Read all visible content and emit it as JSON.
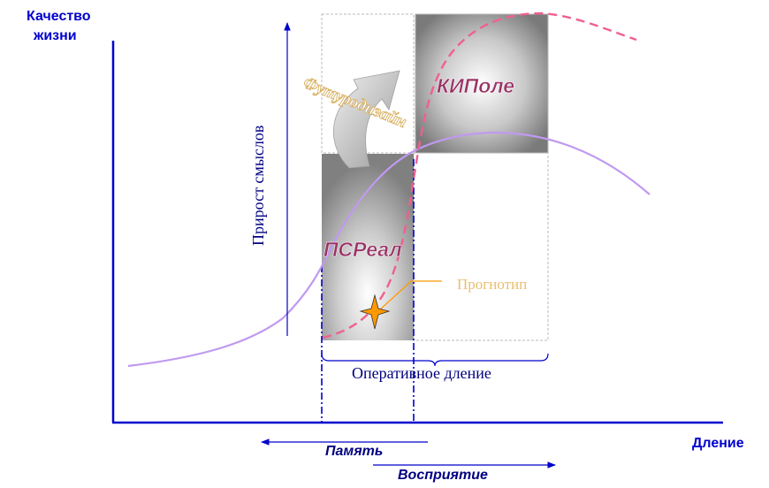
{
  "axes": {
    "y_label_line1": "Качество",
    "y_label_line2": "жизни",
    "x_label": "Дление"
  },
  "labels": {
    "growth_of_meanings": "Прирост смыслов",
    "futurodesign": "Футуродизайн",
    "kipole": "КИПоле",
    "psreal": "ПСРеал",
    "prognotip": "Прогнотип",
    "operative": "Оперативное дление",
    "memory": "Память",
    "perception": "Восприятие"
  },
  "colors": {
    "axis": "#0000cc",
    "accent_magenta": "#993366",
    "label_navy": "#000080",
    "label_gold": "#e8c070",
    "solid_curve": "#c099f0",
    "dashed_curve": "#f06090",
    "box_border": "#b0b0b0",
    "star": "#ff9900"
  },
  "icons": {
    "star": "star-icon",
    "curved_arrow": "curved-arrow-icon"
  }
}
